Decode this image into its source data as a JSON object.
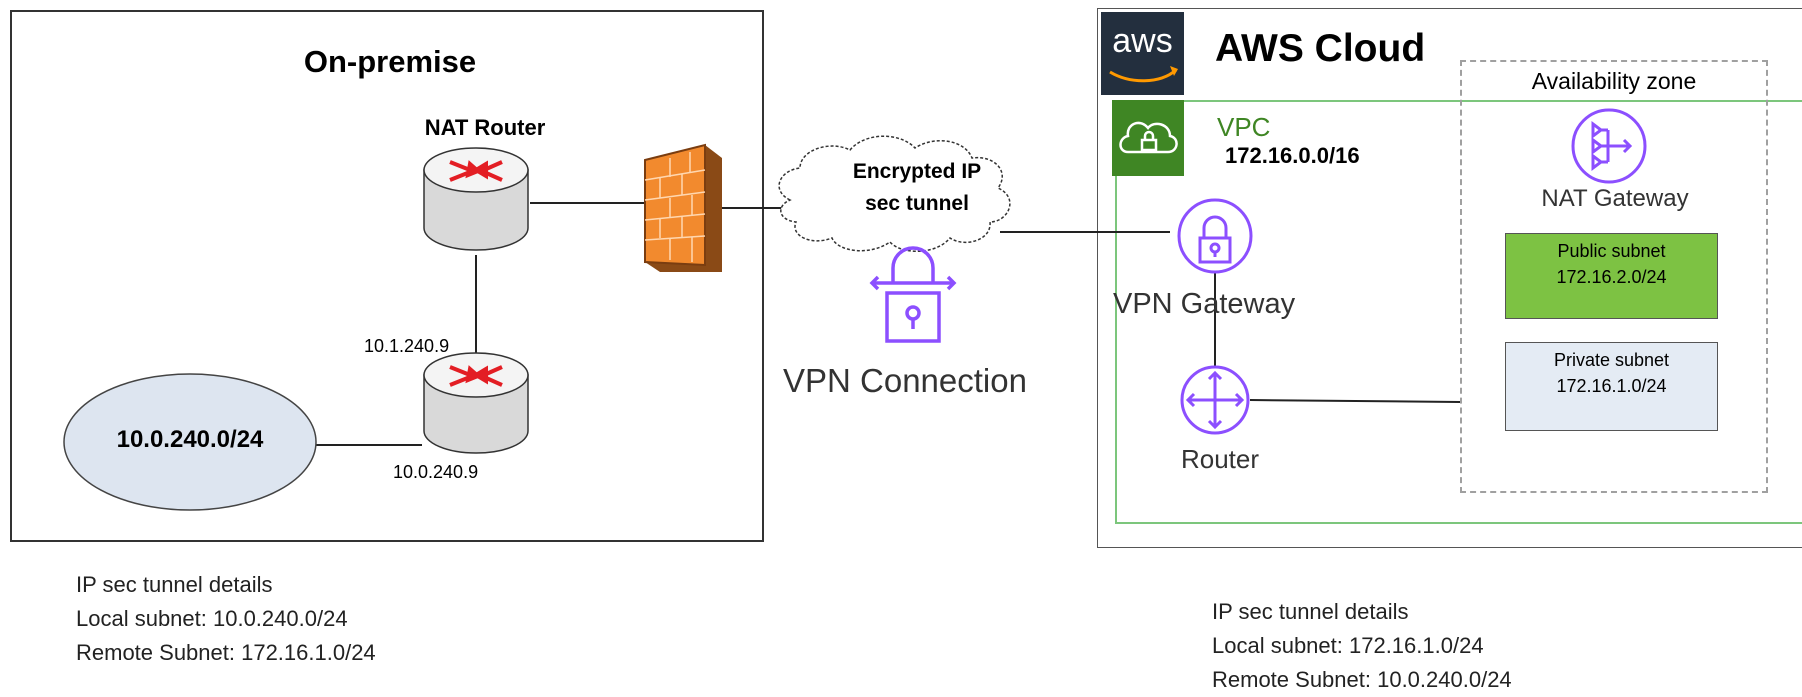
{
  "onprem": {
    "title": "On-premise",
    "nat_router_label": "NAT Router",
    "router_ip_top": "10.1.240.9",
    "router_ip_bottom": "10.0.240.9",
    "local_network": "10.0.240.0/24"
  },
  "tunnel": {
    "line1": "Encrypted  IP",
    "line2": "sec tunnel",
    "vpn_connection_label": "VPN Connection"
  },
  "aws": {
    "logo_text": "aws",
    "title": "AWS Cloud",
    "vpc_label": "VPC",
    "vpc_cidr": "172.16.0.0/16",
    "availability_zone_label": "Availability zone",
    "nat_gateway_label": "NAT Gateway",
    "public_subnet": {
      "name": "Public subnet",
      "cidr": "172.16.2.0/24"
    },
    "private_subnet": {
      "name": "Private subnet",
      "cidr": "172.16.1.0/24"
    },
    "vpn_gateway_label": "VPN Gateway",
    "router_label": "Router"
  },
  "details_left": {
    "heading": "IP sec tunnel details",
    "local": "Local subnet: 10.0.240.0/24",
    "remote": "Remote Subnet: 172.16.1.0/24"
  },
  "details_right": {
    "heading": "IP sec tunnel details",
    "local": "Local subnet: 172.16.1.0/24",
    "remote": "Remote Subnet: 10.0.240.0/24"
  },
  "colors": {
    "aws_purple": "#8c4fff",
    "vpc_green": "#3f8624",
    "aws_dark": "#232f3e",
    "router_arrow": "#e31e24",
    "firewall": "#f28a2e"
  }
}
